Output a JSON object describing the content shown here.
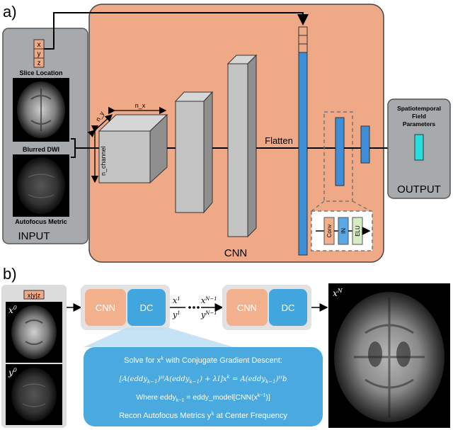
{
  "panel_a": {
    "label": "a)",
    "input": {
      "xyz": [
        "x",
        "y",
        "z"
      ],
      "slice_location": "Slice Location",
      "blurred_dwi": "Blurred DWI",
      "autofocus_metric": "Autofocus Metric",
      "title": "INPUT"
    },
    "cnn": {
      "dim_n_x": "n_x",
      "dim_n_y": "n_y",
      "dim_n_channel": "n_channel",
      "flatten": "Flatten",
      "title": "CNN",
      "block_labels": [
        "Conv",
        "IN",
        "ELU"
      ]
    },
    "output": {
      "param_lines": [
        "Spatiotemporal",
        "Field",
        "Parameters"
      ],
      "title": "OUTPUT"
    }
  },
  "panel_b": {
    "label": "b)",
    "xyz": "x|y|z",
    "x0": "x",
    "x0_sup": "0",
    "y0": "y",
    "y0_sup": "0",
    "cnn_label": "CNN",
    "dc_label": "DC",
    "x1": "x",
    "x1_sup": "1",
    "y1": "y",
    "y1_sup": "1",
    "xN1": "x",
    "xN1_sup": "N−1",
    "yN1": "y",
    "yN1_sup": "N−1",
    "cnn_label_2": "CNN",
    "dc_label_2": "DC",
    "xN": "x",
    "xN_sup": "N",
    "bubble": {
      "line1": "Solve for x",
      "line1_sup": "k",
      "line1_tail": " with Conjugate Gradient Descent:",
      "line2": "[A(eddy",
      "line2_sub": "k−1",
      "line2_tail": ")ᴴA(eddy",
      "line2_sub2": "k−1",
      "line2_tail2": ") + λI]x",
      "line2_sup": "k",
      "line2_tail3": " = A(eddy",
      "line2_sub3": "k−1",
      "line2_tail4": ")ᴴb",
      "line3": "Where eddy",
      "line3_sub": "k−1",
      "line3_tail": " = eddy_model[CNN(x",
      "line3_sup": "k−1",
      "line3_tail2": ")]",
      "line4": "Recon Autofocus Metrics y",
      "line4_sup": "k",
      "line4_tail": " at Center Frequency"
    }
  },
  "colors": {
    "salmon": "#f0a987",
    "gray_panel": "#a6aaad",
    "blue": "#3f8fd8",
    "dc_blue": "#41a6dd",
    "bubble_blue": "#4aa9df",
    "cyan": "#28e0e0",
    "cnn_box": "#f2b08c"
  }
}
